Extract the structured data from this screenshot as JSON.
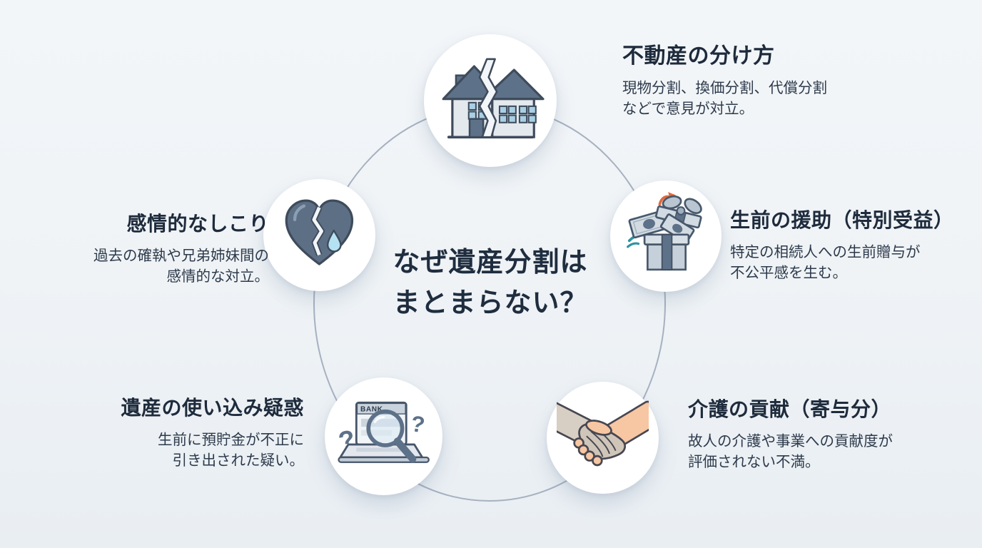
{
  "center": {
    "title_line1": "なぜ遺産分割は",
    "title_line2": "まとまらない？"
  },
  "items": [
    {
      "id": "real-estate",
      "icon": "broken-house-icon",
      "title": "不動産の分け方",
      "desc_line1": "現物分割、換価分割、代償分割",
      "desc_line2": "などで意見が対立。"
    },
    {
      "id": "lifetime-gift",
      "icon": "gift-money-icon",
      "title": "生前の援助（特別受益）",
      "desc_line1": "特定の相続人への生前贈与が",
      "desc_line2": "不公平感を生む。"
    },
    {
      "id": "care-contribution",
      "icon": "handshake-icon",
      "title": "介護の貢献（寄与分）",
      "desc_line1": "故人の介護や事業への貢献度が",
      "desc_line2": "評価されない不満。"
    },
    {
      "id": "misuse-suspicion",
      "icon": "bank-magnifier-icon",
      "title": "遺産の使い込み疑惑",
      "desc_line1": "生前に預貯金が不正に",
      "desc_line2": "引き出された疑い。"
    },
    {
      "id": "emotional-friction",
      "icon": "broken-heart-icon",
      "title": "感情的なしこり",
      "desc_line1": "過去の確執や兄弟姉妹間の",
      "desc_line2": "感情的な対立。"
    }
  ],
  "icon_text": {
    "bank": "BANK",
    "question": "?"
  },
  "colors": {
    "background": "#eff3f6",
    "heading_ink": "#1e2b3c",
    "body_ink": "#2d3a4b",
    "slate": "#5d7189",
    "outline": "#3e4b5b",
    "ring": "#a6b1c0",
    "window_blue": "#a9cfe4",
    "tear_blue": "#b5e2f2",
    "accent_orange": "#df6b3d",
    "accent_teal": "#2f93a3",
    "skin_tan": "#d7cec4",
    "skin_peach": "#f7c6a3"
  }
}
